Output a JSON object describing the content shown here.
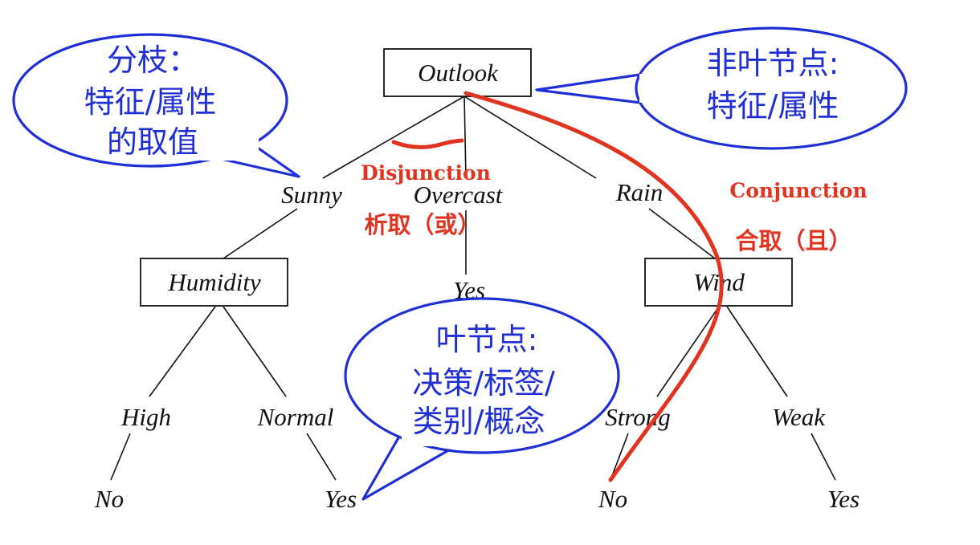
{
  "colors": {
    "tree": "#111111",
    "bubble": "#1f2fd6",
    "annotation": "#e03320",
    "background": "#ffffff"
  },
  "tree": {
    "root": "Outlook",
    "root_branches": [
      "Sunny",
      "Overcast",
      "Rain"
    ],
    "humidity_node": "Humidity",
    "wind_node": "Wind",
    "overcast_leaf": "Yes",
    "humidity_branches": [
      "High",
      "Normal"
    ],
    "wind_branches": [
      "Strong",
      "Weak"
    ],
    "leaves": [
      "No",
      "Yes",
      "No",
      "Yes"
    ]
  },
  "bubbles": {
    "branch": {
      "lines": [
        "分枝：",
        "特征/属性",
        "的取值"
      ]
    },
    "internal_node": {
      "lines": [
        "非叶节点:",
        "特征/属性"
      ]
    },
    "leaf_node": {
      "lines": [
        "叶节点:",
        "决策/标签/",
        "类别/概念"
      ]
    }
  },
  "annotations": {
    "disjunction": "Disjunction",
    "disjunction_zh": "析取（或）",
    "conjunction": "Conjunction",
    "conjunction_zh": "合取（且）"
  }
}
